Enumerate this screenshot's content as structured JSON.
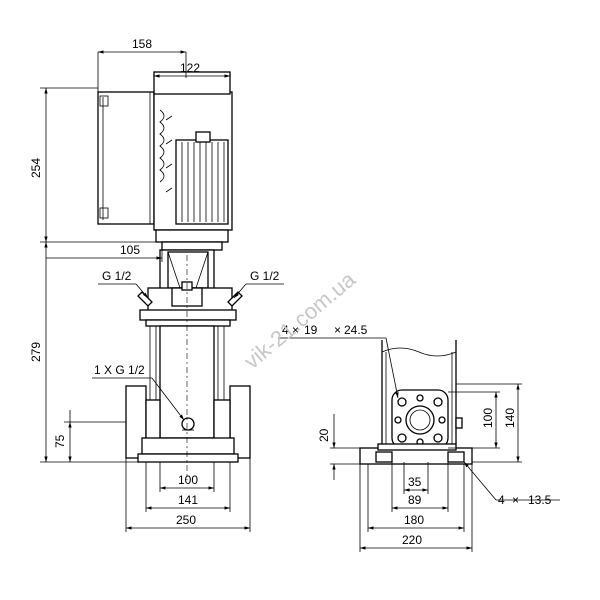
{
  "watermark": "vik-21.com.ua",
  "dimensions": {
    "top_width_158": "158",
    "top_width_122": "122",
    "height_254": "254",
    "offset_105": "105",
    "conn_left": "G 1/2",
    "conn_right": "G 1/2",
    "height_279": "279",
    "drain": "1 X G 1/2",
    "height_75": "75",
    "width_100": "100",
    "width_141": "141",
    "width_250": "250",
    "holes_19_count": "4",
    "holes_19_x": "×",
    "holes_19_dia": "19",
    "holes_19_x2": "×",
    "holes_19_len": "24.5",
    "flange_100": "100",
    "flange_140": "140",
    "base_20": "20",
    "base_35": "35",
    "base_89": "89",
    "holes_13_count": "4",
    "holes_13_x": "×",
    "holes_13_dia": "13.5",
    "base_180": "180",
    "base_220": "220"
  }
}
